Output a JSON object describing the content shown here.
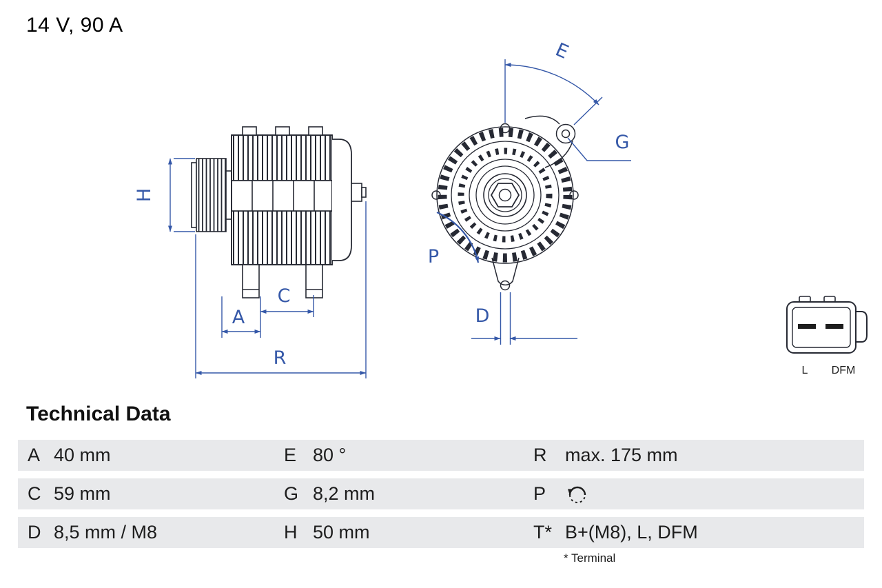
{
  "header": {
    "spec": "14 V, 90 A"
  },
  "diagram": {
    "dim_labels": {
      "H": "H",
      "A": "A",
      "C": "C",
      "R": "R",
      "E": "E",
      "G": "G",
      "P": "P",
      "D": "D"
    },
    "connector_labels": {
      "l": "L",
      "dfm": "DFM"
    }
  },
  "technical_data": {
    "title": "Technical Data",
    "footnote": "* Terminal",
    "rows": [
      {
        "c1k": "A",
        "c1v": "40 mm",
        "c2k": "E",
        "c2v": "80 °",
        "c3k": "R",
        "c3v": "max. 175 mm"
      },
      {
        "c1k": "C",
        "c1v": "59 mm",
        "c2k": "G",
        "c2v": "8,2 mm",
        "c3k": "P",
        "c3icon": "ccw-rotation-icon"
      },
      {
        "c1k": "D",
        "c1v": "8,5 mm / M8",
        "c2k": "H",
        "c2v": "50 mm",
        "c3k": "T*",
        "c3v": "B+(M8), L, DFM"
      }
    ]
  },
  "colors": {
    "dimension_blue": "#3558a8",
    "drawing_outline": "#262933",
    "table_row_bg": "#e8e9eb",
    "text_dark": "#1d1d1d"
  }
}
